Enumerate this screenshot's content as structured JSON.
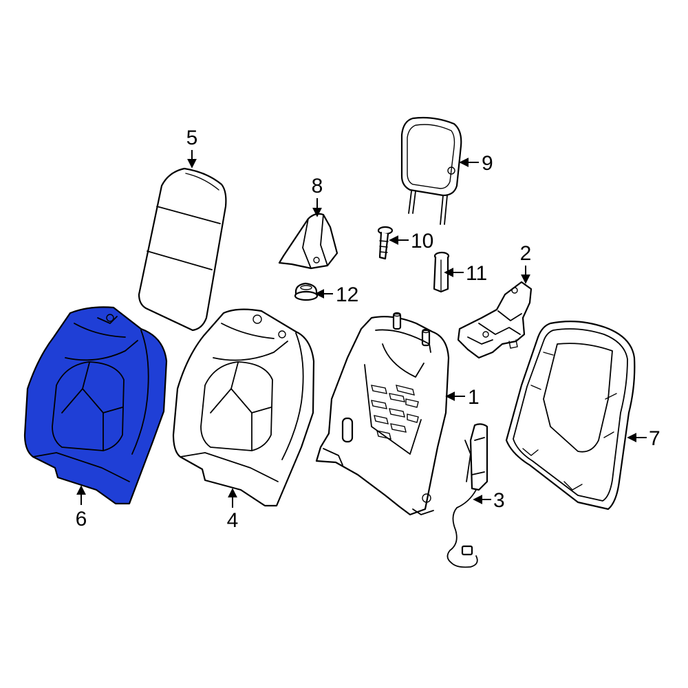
{
  "diagram": {
    "highlight_color": "#1f3fd6",
    "highlighted_part": "6",
    "callouts": {
      "c1": "1",
      "c2": "2",
      "c3": "3",
      "c4": "4",
      "c5": "5",
      "c6": "6",
      "c7": "7",
      "c8": "8",
      "c9": "9",
      "c10": "10",
      "c11": "11",
      "c12": "12"
    }
  }
}
